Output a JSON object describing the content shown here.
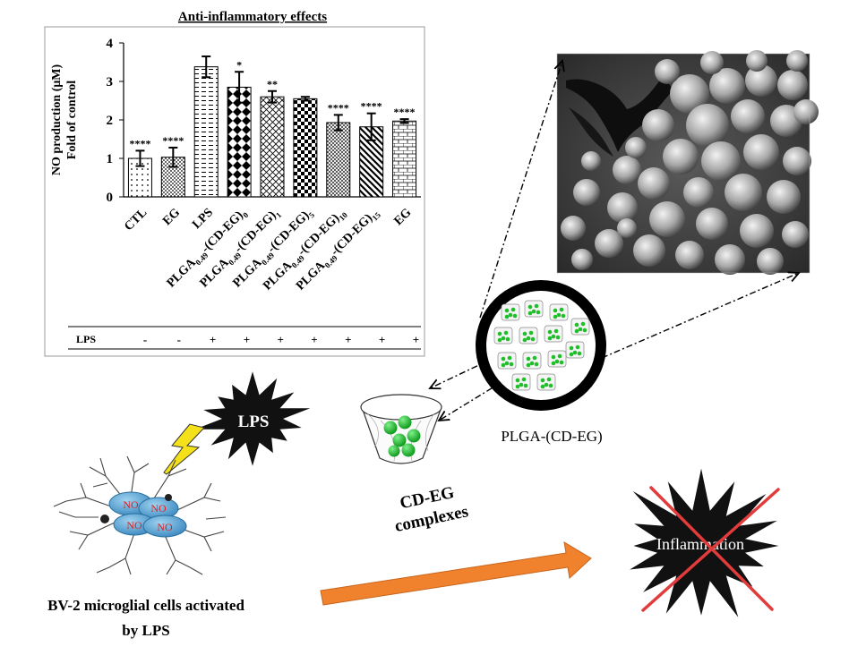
{
  "chart_data": {
    "type": "bar",
    "title": "Anti-inflammatory effects",
    "ylabel_line1": "NO production (μM)",
    "ylabel_line2": "Fold of control",
    "ylim": [
      0,
      4
    ],
    "yticks": [
      "0",
      "1",
      "2",
      "3",
      "4"
    ],
    "categories": [
      {
        "base": "CTL",
        "sub": "",
        "post": ""
      },
      {
        "base": "EG",
        "sub": "",
        "post": ""
      },
      {
        "base": "LPS",
        "sub": "",
        "post": ""
      },
      {
        "base": "PLGA",
        "sub": "0.49",
        "post": "-(CD-EG)",
        "sub2": "0"
      },
      {
        "base": "PLGA",
        "sub": "0.49",
        "post": "-(CD-EG)",
        "sub2": "1"
      },
      {
        "base": "PLGA",
        "sub": "0.49",
        "post": "-(CD-EG)",
        "sub2": "5"
      },
      {
        "base": "PLGA",
        "sub": "0.49",
        "post": "-(CD-EG)",
        "sub2": "10"
      },
      {
        "base": "PLGA",
        "sub": "0.49",
        "post": "-(CD-EG)",
        "sub2": "15"
      },
      {
        "base": "EG",
        "sub": "",
        "post": ""
      }
    ],
    "values": [
      1.0,
      1.03,
      3.38,
      2.85,
      2.6,
      2.55,
      1.93,
      1.82,
      1.97
    ],
    "errors": [
      0.2,
      0.25,
      0.27,
      0.4,
      0.15,
      0.05,
      0.2,
      0.35,
      0.05
    ],
    "significance": [
      "****",
      "****",
      "",
      "*",
      "**",
      "",
      "****",
      "****",
      "****"
    ],
    "grid": false,
    "lps_row_label": "LPS",
    "lps_row": [
      "-",
      "-",
      "+",
      "+",
      "+",
      "+",
      "+",
      "+",
      "+"
    ]
  },
  "labels": {
    "lps_burst": "LPS",
    "no_labels": [
      "NO",
      "NO",
      "NO",
      "NO"
    ],
    "cell_caption_line1": "BV-2 microglial cells activated",
    "cell_caption_line2": "by LPS",
    "complex_line1": "CD-EG",
    "complex_line2": "complexes",
    "particle_label": "PLGA-(CD-EG)",
    "inflammation": "Inflammation"
  },
  "colors": {
    "burst_fill": "#111111",
    "no_blob": "#5aa9d6",
    "arrow_orange": "#f0822d",
    "cross_red": "#e23b3b",
    "bead_green": "#1fbf2a",
    "lightning_yellow": "#f5e11a"
  },
  "icons": {
    "lightning": "lightning-bolt-icon",
    "burst": "starburst-icon",
    "cross": "red-cross-icon"
  }
}
